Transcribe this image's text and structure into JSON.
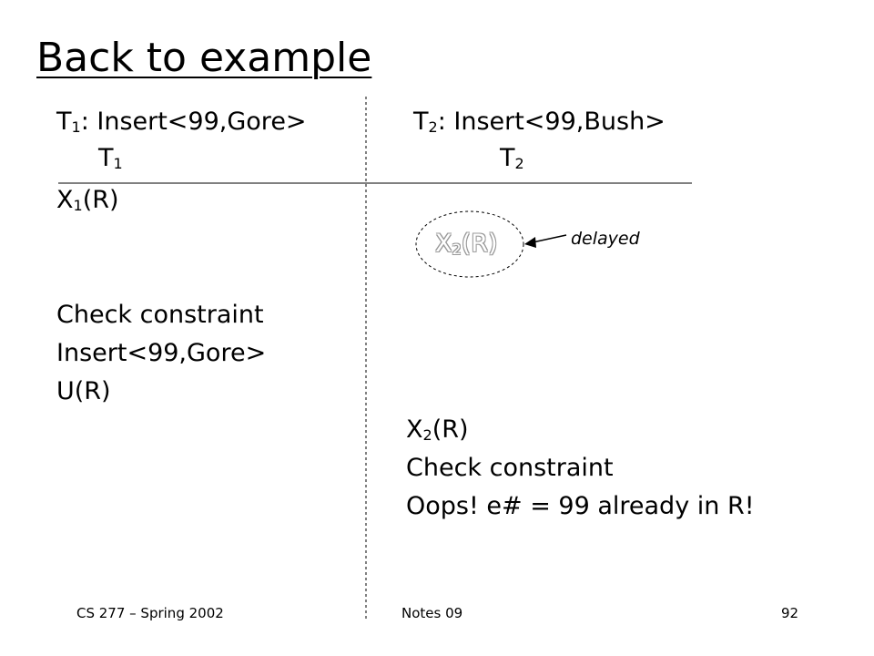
{
  "slide": {
    "title": "Back to example",
    "header": {
      "t1_label": {
        "letter": "T",
        "sub": "1",
        "rest": ": Insert<99,Gore>"
      },
      "t2_label": {
        "letter": "T",
        "sub": "2",
        "rest": ": Insert<99,Bush>"
      },
      "t1_column": {
        "letter": "T",
        "sub": "1"
      },
      "t2_column": {
        "letter": "T",
        "sub": "2"
      }
    },
    "t1_steps": {
      "x_lock": {
        "letter": "X",
        "sub": "1",
        "rest": "(R)"
      },
      "check": "Check constraint",
      "insert": "Insert<99,Gore>",
      "unlock": "U(R)"
    },
    "t2_steps": {
      "delayed_request": {
        "letter": "X",
        "sub": "2",
        "rest": "(R)"
      },
      "delayed_note": "delayed",
      "x_lock": {
        "letter": "X",
        "sub": "2",
        "rest": "(R)"
      },
      "check": "Check constraint",
      "oops": "Oops! e# = 99 already in R!"
    },
    "footer": {
      "course": "CS 277 – Spring 2002",
      "notes": "Notes 09",
      "page": "92"
    }
  }
}
